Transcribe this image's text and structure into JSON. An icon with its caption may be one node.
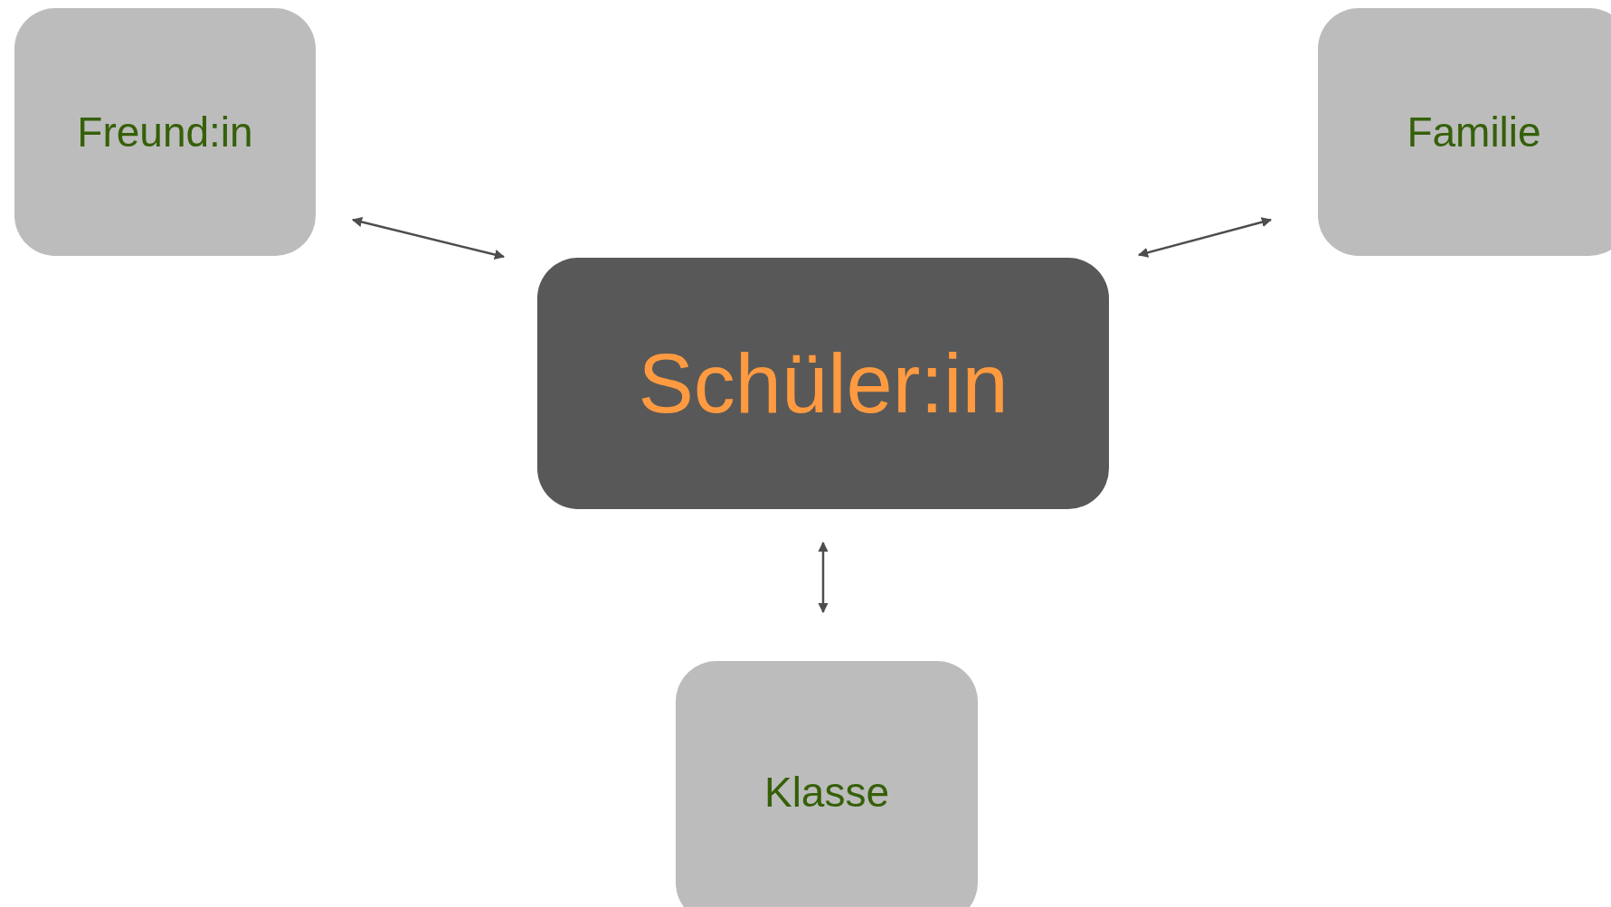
{
  "diagram": {
    "nodes": [
      {
        "text": [
          "Freund:in"
        ]
      },
      {
        "text": [
          "Familie"
        ]
      },
      {
        "text": [
          "Schüler:in"
        ]
      },
      {
        "text": [
          "Klasse"
        ]
      }
    ],
    "edges": [
      {
        "from": 2,
        "to": 0,
        "arrow": "both"
      },
      {
        "from": 2,
        "to": 1,
        "arrow": "both"
      },
      {
        "from": 2,
        "to": 3,
        "arrow": "both"
      }
    ]
  }
}
